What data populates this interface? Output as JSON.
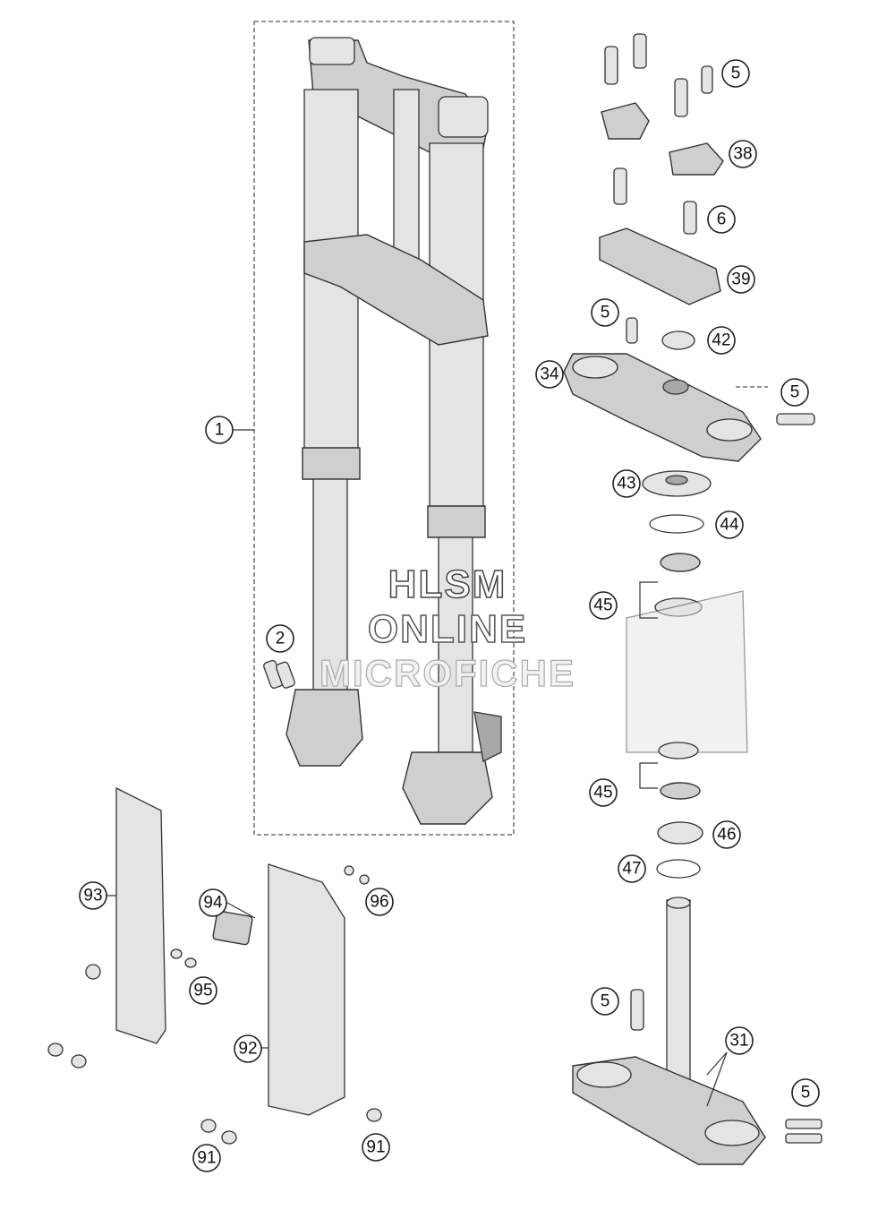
{
  "watermark": {
    "line1": "HLSM",
    "line2": "ONLINE",
    "line3": "MICROFICHE"
  },
  "callouts": [
    {
      "id": "c-1",
      "label": "1"
    },
    {
      "id": "c-2",
      "label": "2"
    },
    {
      "id": "c-5a",
      "label": "5"
    },
    {
      "id": "c-38",
      "label": "38"
    },
    {
      "id": "c-6",
      "label": "6"
    },
    {
      "id": "c-39",
      "label": "39"
    },
    {
      "id": "c-5b",
      "label": "5"
    },
    {
      "id": "c-42",
      "label": "42"
    },
    {
      "id": "c-34",
      "label": "34"
    },
    {
      "id": "c-5c",
      "label": "5"
    },
    {
      "id": "c-43",
      "label": "43"
    },
    {
      "id": "c-44",
      "label": "44"
    },
    {
      "id": "c-45a",
      "label": "45"
    },
    {
      "id": "c-45b",
      "label": "45"
    },
    {
      "id": "c-46",
      "label": "46"
    },
    {
      "id": "c-47",
      "label": "47"
    },
    {
      "id": "c-93",
      "label": "93"
    },
    {
      "id": "c-94",
      "label": "94"
    },
    {
      "id": "c-96",
      "label": "96"
    },
    {
      "id": "c-95",
      "label": "95"
    },
    {
      "id": "c-92",
      "label": "92"
    },
    {
      "id": "c-5d",
      "label": "5"
    },
    {
      "id": "c-31",
      "label": "31"
    },
    {
      "id": "c-5e",
      "label": "5"
    },
    {
      "id": "c-91a",
      "label": "91"
    },
    {
      "id": "c-91b",
      "label": "91"
    }
  ]
}
